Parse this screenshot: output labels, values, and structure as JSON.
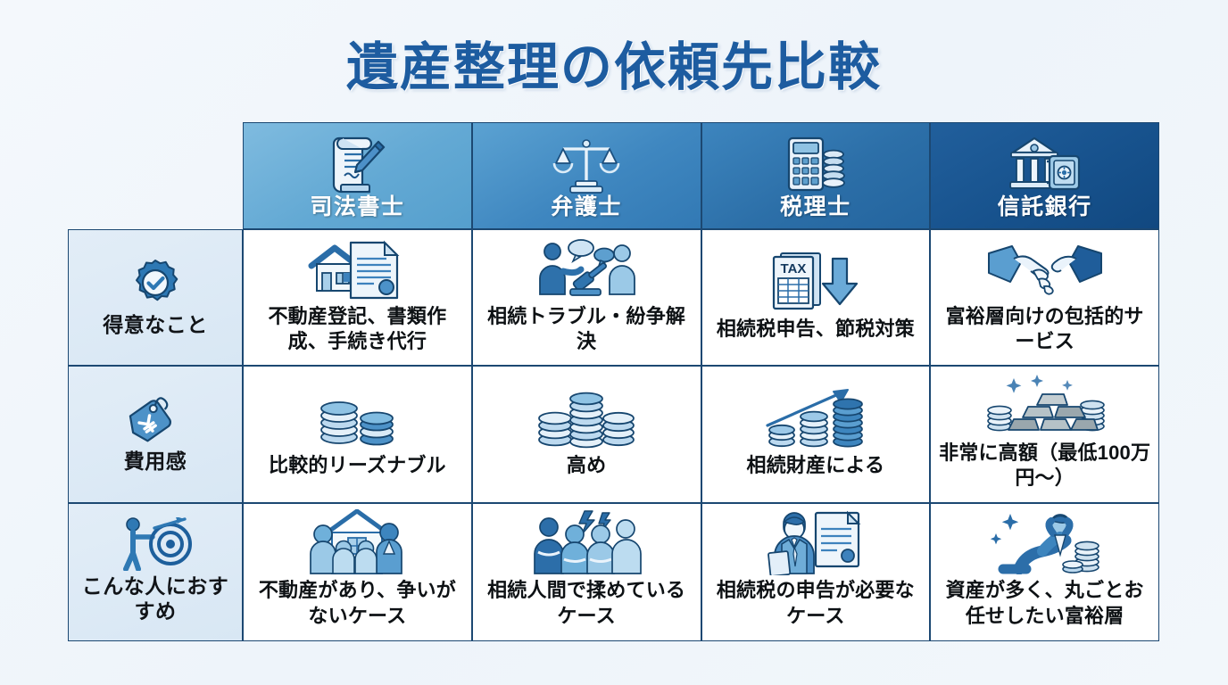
{
  "page": {
    "title": "遺産整理の依頼先比較",
    "title_color": "#1d5ca0",
    "background_color": "#f2f7fb",
    "border_color": "#1c4872"
  },
  "table": {
    "corner_label": "",
    "columns": [
      {
        "label": "司法書士",
        "icon": "scroll-pen-icon",
        "header_color": "#63a9d4"
      },
      {
        "label": "弁護士",
        "icon": "scales-of-justice-icon",
        "header_color": "#3f87c0"
      },
      {
        "label": "税理士",
        "icon": "calculator-coins-icon",
        "header_color": "#2c6fa8"
      },
      {
        "label": "信託銀行",
        "icon": "bank-safe-icon",
        "header_color": "#17528d"
      }
    ],
    "rows": [
      {
        "label": "得意なこと",
        "label_icon": "gear-check-icon",
        "cells": [
          {
            "text": "不動産登記、書類作成、手続き代行",
            "icon": "house-document-icon"
          },
          {
            "text": "相続トラブル・紛争解決",
            "icon": "dispute-gavel-icon"
          },
          {
            "text": "相続税申告、節税対策",
            "icon": "tax-form-arrow-icon"
          },
          {
            "text": "富裕層向けの包括的サービス",
            "icon": "handshake-icon"
          }
        ]
      },
      {
        "label": "費用感",
        "label_icon": "yen-price-tag-icon",
        "cells": [
          {
            "text": "比較的リーズナブル",
            "icon": "two-coin-stacks-icon"
          },
          {
            "text": "高め",
            "icon": "three-coin-stacks-icon"
          },
          {
            "text": "相続財産による",
            "icon": "rising-coins-arrow-icon"
          },
          {
            "text": "非常に高額（最低100万円〜）",
            "icon": "gold-bars-icon"
          }
        ]
      },
      {
        "label": "こんな人におすすめ",
        "label_icon": "person-target-icon",
        "cells": [
          {
            "text": "不動産があり、争いがないケース",
            "icon": "family-house-icon"
          },
          {
            "text": "相続人間で揉めているケース",
            "icon": "conflict-people-icon"
          },
          {
            "text": "相続税の申告が必要なケース",
            "icon": "advisor-document-icon"
          },
          {
            "text": "資産が多く、丸ごとお任せしたい富裕層",
            "icon": "relaxed-wealthy-person-icon"
          }
        ]
      }
    ]
  }
}
